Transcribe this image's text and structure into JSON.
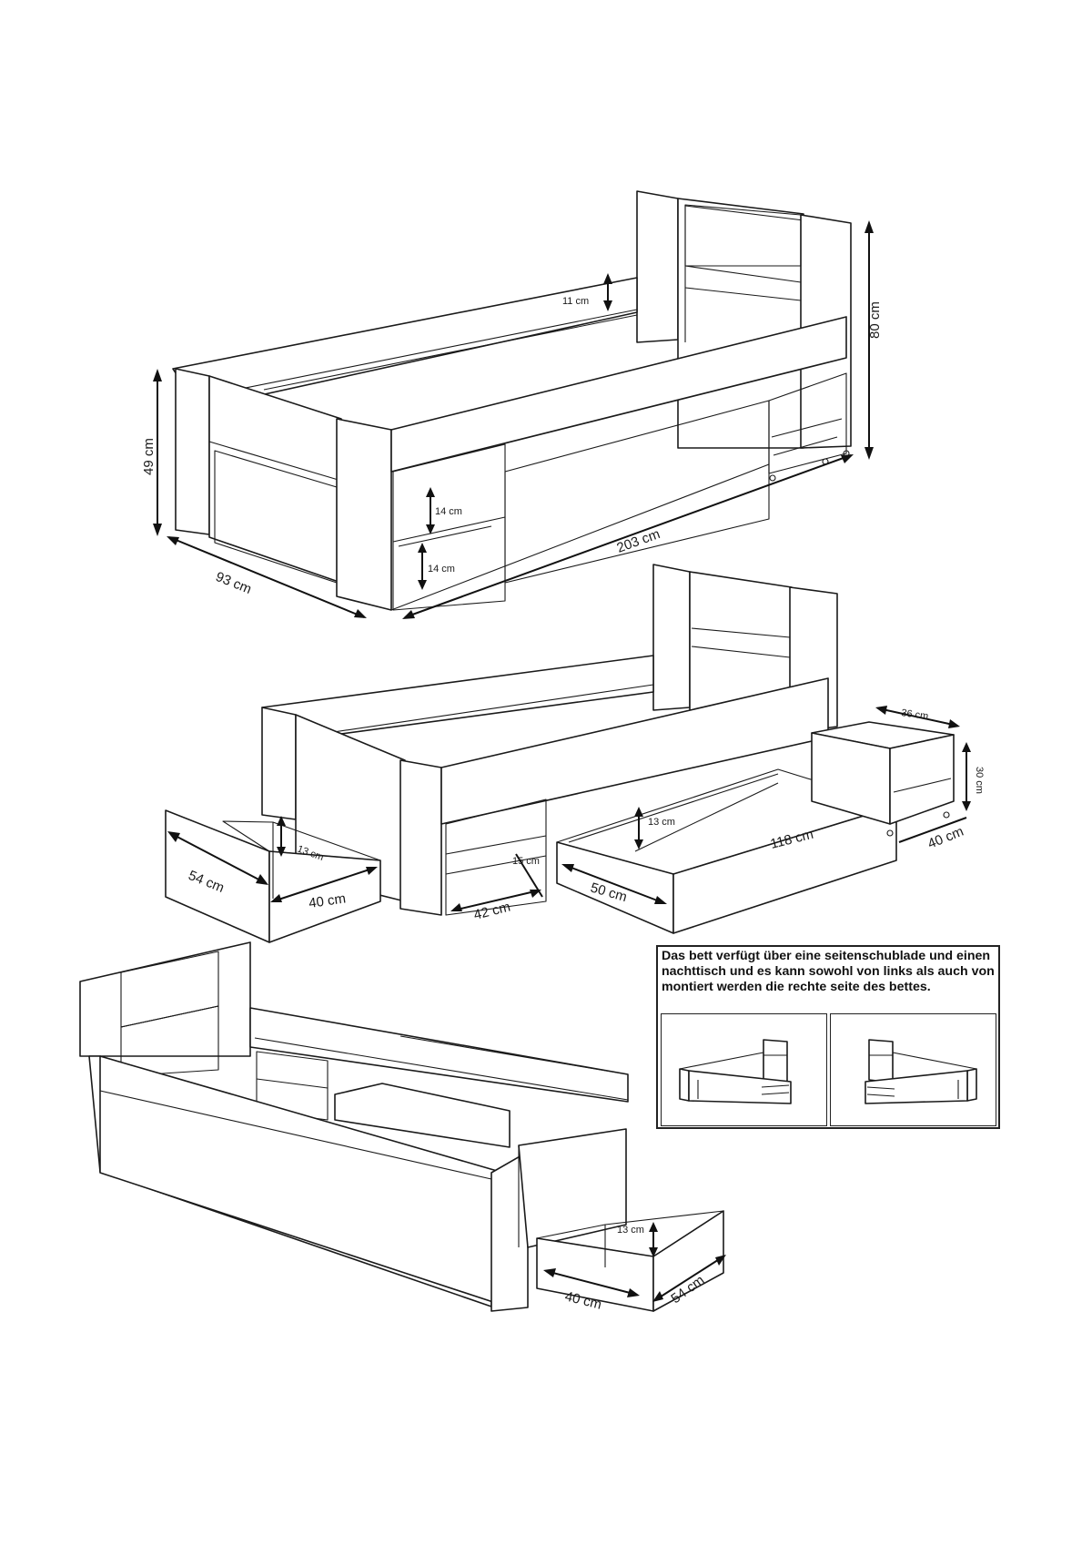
{
  "dimensions": {
    "view1": {
      "headboard_height": "80 cm",
      "top_rail_height": "11 cm",
      "side_height": "49 cm",
      "width": "93 cm",
      "length": "203 cm",
      "shelf_upper": "14 cm",
      "shelf_lower": "14 cm"
    },
    "view2": {
      "left_drawer_height": "13 cm",
      "left_drawer_length": "54 cm",
      "left_drawer_width": "40 cm",
      "shelf_width": "42 cm",
      "shelf_depth": "15 cm",
      "long_drawer_height": "13 cm",
      "long_drawer_length": "118 cm",
      "long_drawer_width": "50 cm",
      "nightstand_width": "36 cm",
      "nightstand_height": "30 cm",
      "nightstand_depth": "40 cm"
    },
    "view3": {
      "drawer_height": "13 cm",
      "drawer_width": "40 cm",
      "drawer_length": "54 cm"
    }
  },
  "note": {
    "text": "Das bett verfügt über eine seitenschublade und einen nachttisch und es kann sowohl von links als auch von montiert werden die rechte seite des bettes."
  },
  "thumbnails": [
    {
      "label": "left-mounted-variant",
      "icon": "bed-left-icon"
    },
    {
      "label": "right-mounted-variant",
      "icon": "bed-right-icon"
    }
  ]
}
